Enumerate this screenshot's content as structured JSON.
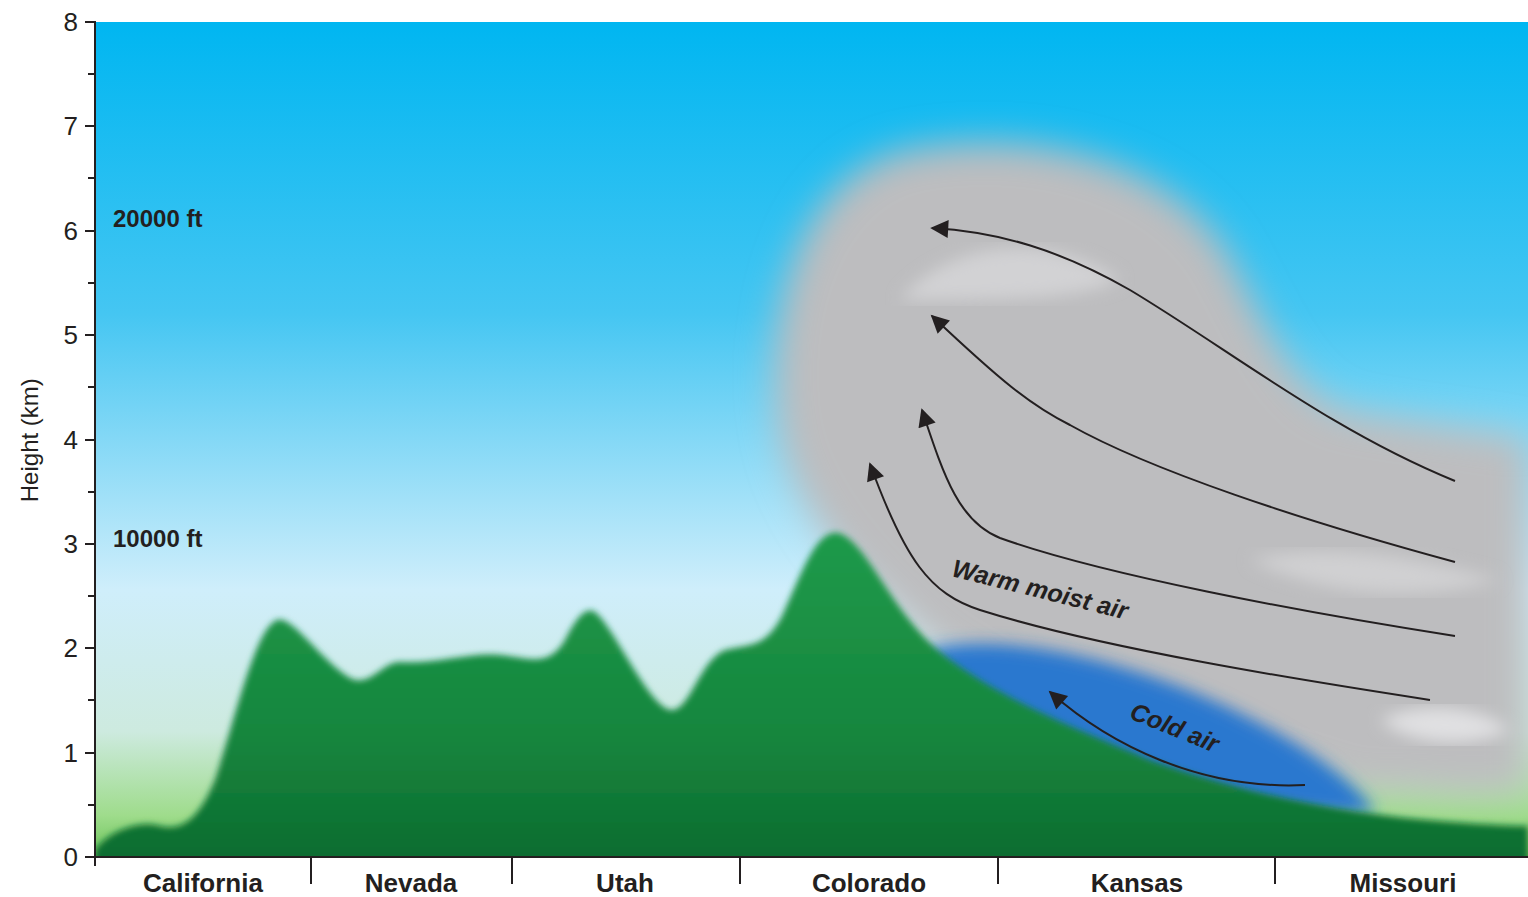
{
  "diagram": {
    "labels": [
      "Height (km)",
      "8",
      "7",
      "6",
      "5",
      "4",
      "3",
      "2",
      "1",
      "0",
      "20000 ft",
      "10000 ft",
      "California",
      "Nevada",
      "Utah",
      "Colorado",
      "Kansas",
      "Missouri",
      "Warm moist air",
      "Cold air"
    ]
  }
}
